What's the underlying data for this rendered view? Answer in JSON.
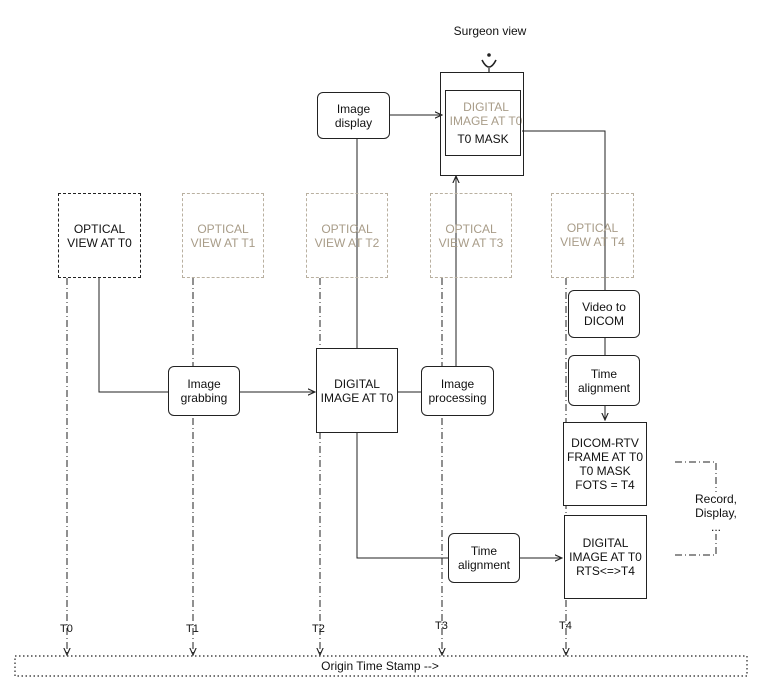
{
  "surgeon_view": "Surgeon view",
  "optical": {
    "t0": "OPTICAL\nVIEW AT T0",
    "t1": "OPTICAL\nVIEW AT T1",
    "t2": "OPTICAL\nVIEW AT T2",
    "t3": "OPTICAL\nVIEW AT T3",
    "t4": "OPTICAL\nVIEW AT T4"
  },
  "image_display": "Image\ndisplay",
  "digital_top_ghost": "DIGITAL\nIMAGE AT T0",
  "t0_mask": "T0 MASK",
  "image_grabbing": "Image\ngrabbing",
  "digital_mid": "DIGITAL\nIMAGE AT T0",
  "image_processing": "Image\nprocessing",
  "video_to_dicom": "Video to\nDICOM",
  "time_alignment_right": "Time\nalignment",
  "dicom_rtv": "DICOM-RTV\nFRAME AT T0\nT0 MASK\nFOTS = T4",
  "record_display": "Record,\nDisplay,\n...",
  "time_alignment_bottom": "Time\nalignment",
  "digital_rts": "DIGITAL\nIMAGE AT T0\nRTS<=>T4",
  "timeline": {
    "ticks": [
      "T0",
      "T1",
      "T2",
      "T3",
      "T4"
    ],
    "label": "Origin Time Stamp -->"
  }
}
